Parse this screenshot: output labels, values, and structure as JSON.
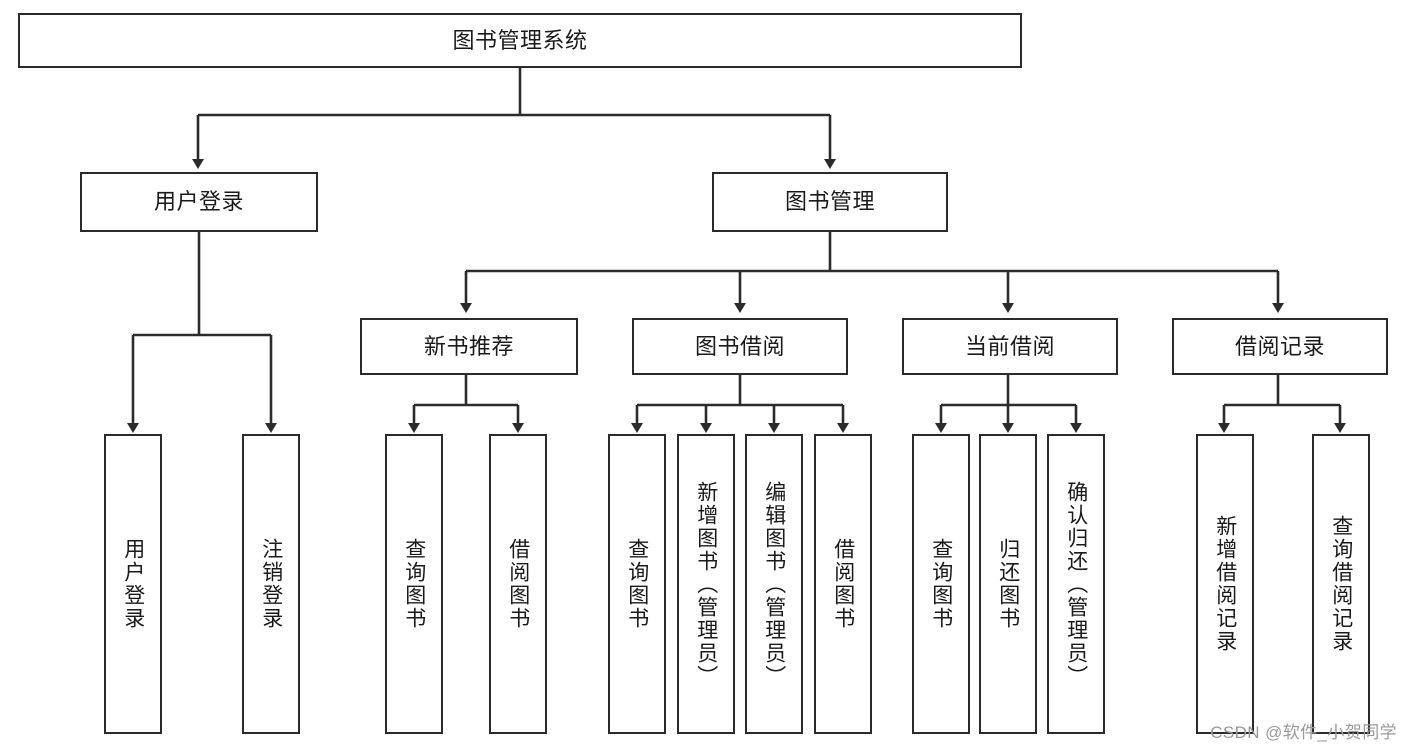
{
  "diagram": {
    "title": "图书管理系统",
    "type": "functional-structure-tree",
    "watermark": "CSDN @软件_小贺同学",
    "colors": {
      "stroke": "#2b2b2b",
      "fill": "#ffffff",
      "text": "#1a1a1a",
      "watermark": "#9a9a9a"
    },
    "levels": {
      "root": {
        "label": "图书管理系统"
      },
      "level2": [
        {
          "label": "用户登录"
        },
        {
          "label": "图书管理"
        }
      ],
      "level3": [
        {
          "label": "新书推荐"
        },
        {
          "label": "图书借阅"
        },
        {
          "label": "当前借阅"
        },
        {
          "label": "借阅记录"
        }
      ]
    },
    "leaves": {
      "user_login": [
        {
          "label": "用户登录"
        },
        {
          "label": "注销登录"
        }
      ],
      "new_book_recommend": [
        {
          "label": "查询图书"
        },
        {
          "label": "借阅图书"
        }
      ],
      "book_borrow": [
        {
          "label": "查询图书"
        },
        {
          "label": "新增图书（管理员）"
        },
        {
          "label": "编辑图书（管理员）"
        },
        {
          "label": "借阅图书"
        }
      ],
      "current_borrow": [
        {
          "label": "查询图书"
        },
        {
          "label": "归还图书"
        },
        {
          "label": "确认归还（管理员）"
        }
      ],
      "borrow_record": [
        {
          "label": "新增借阅记录"
        },
        {
          "label": "查询借阅记录"
        }
      ]
    }
  }
}
